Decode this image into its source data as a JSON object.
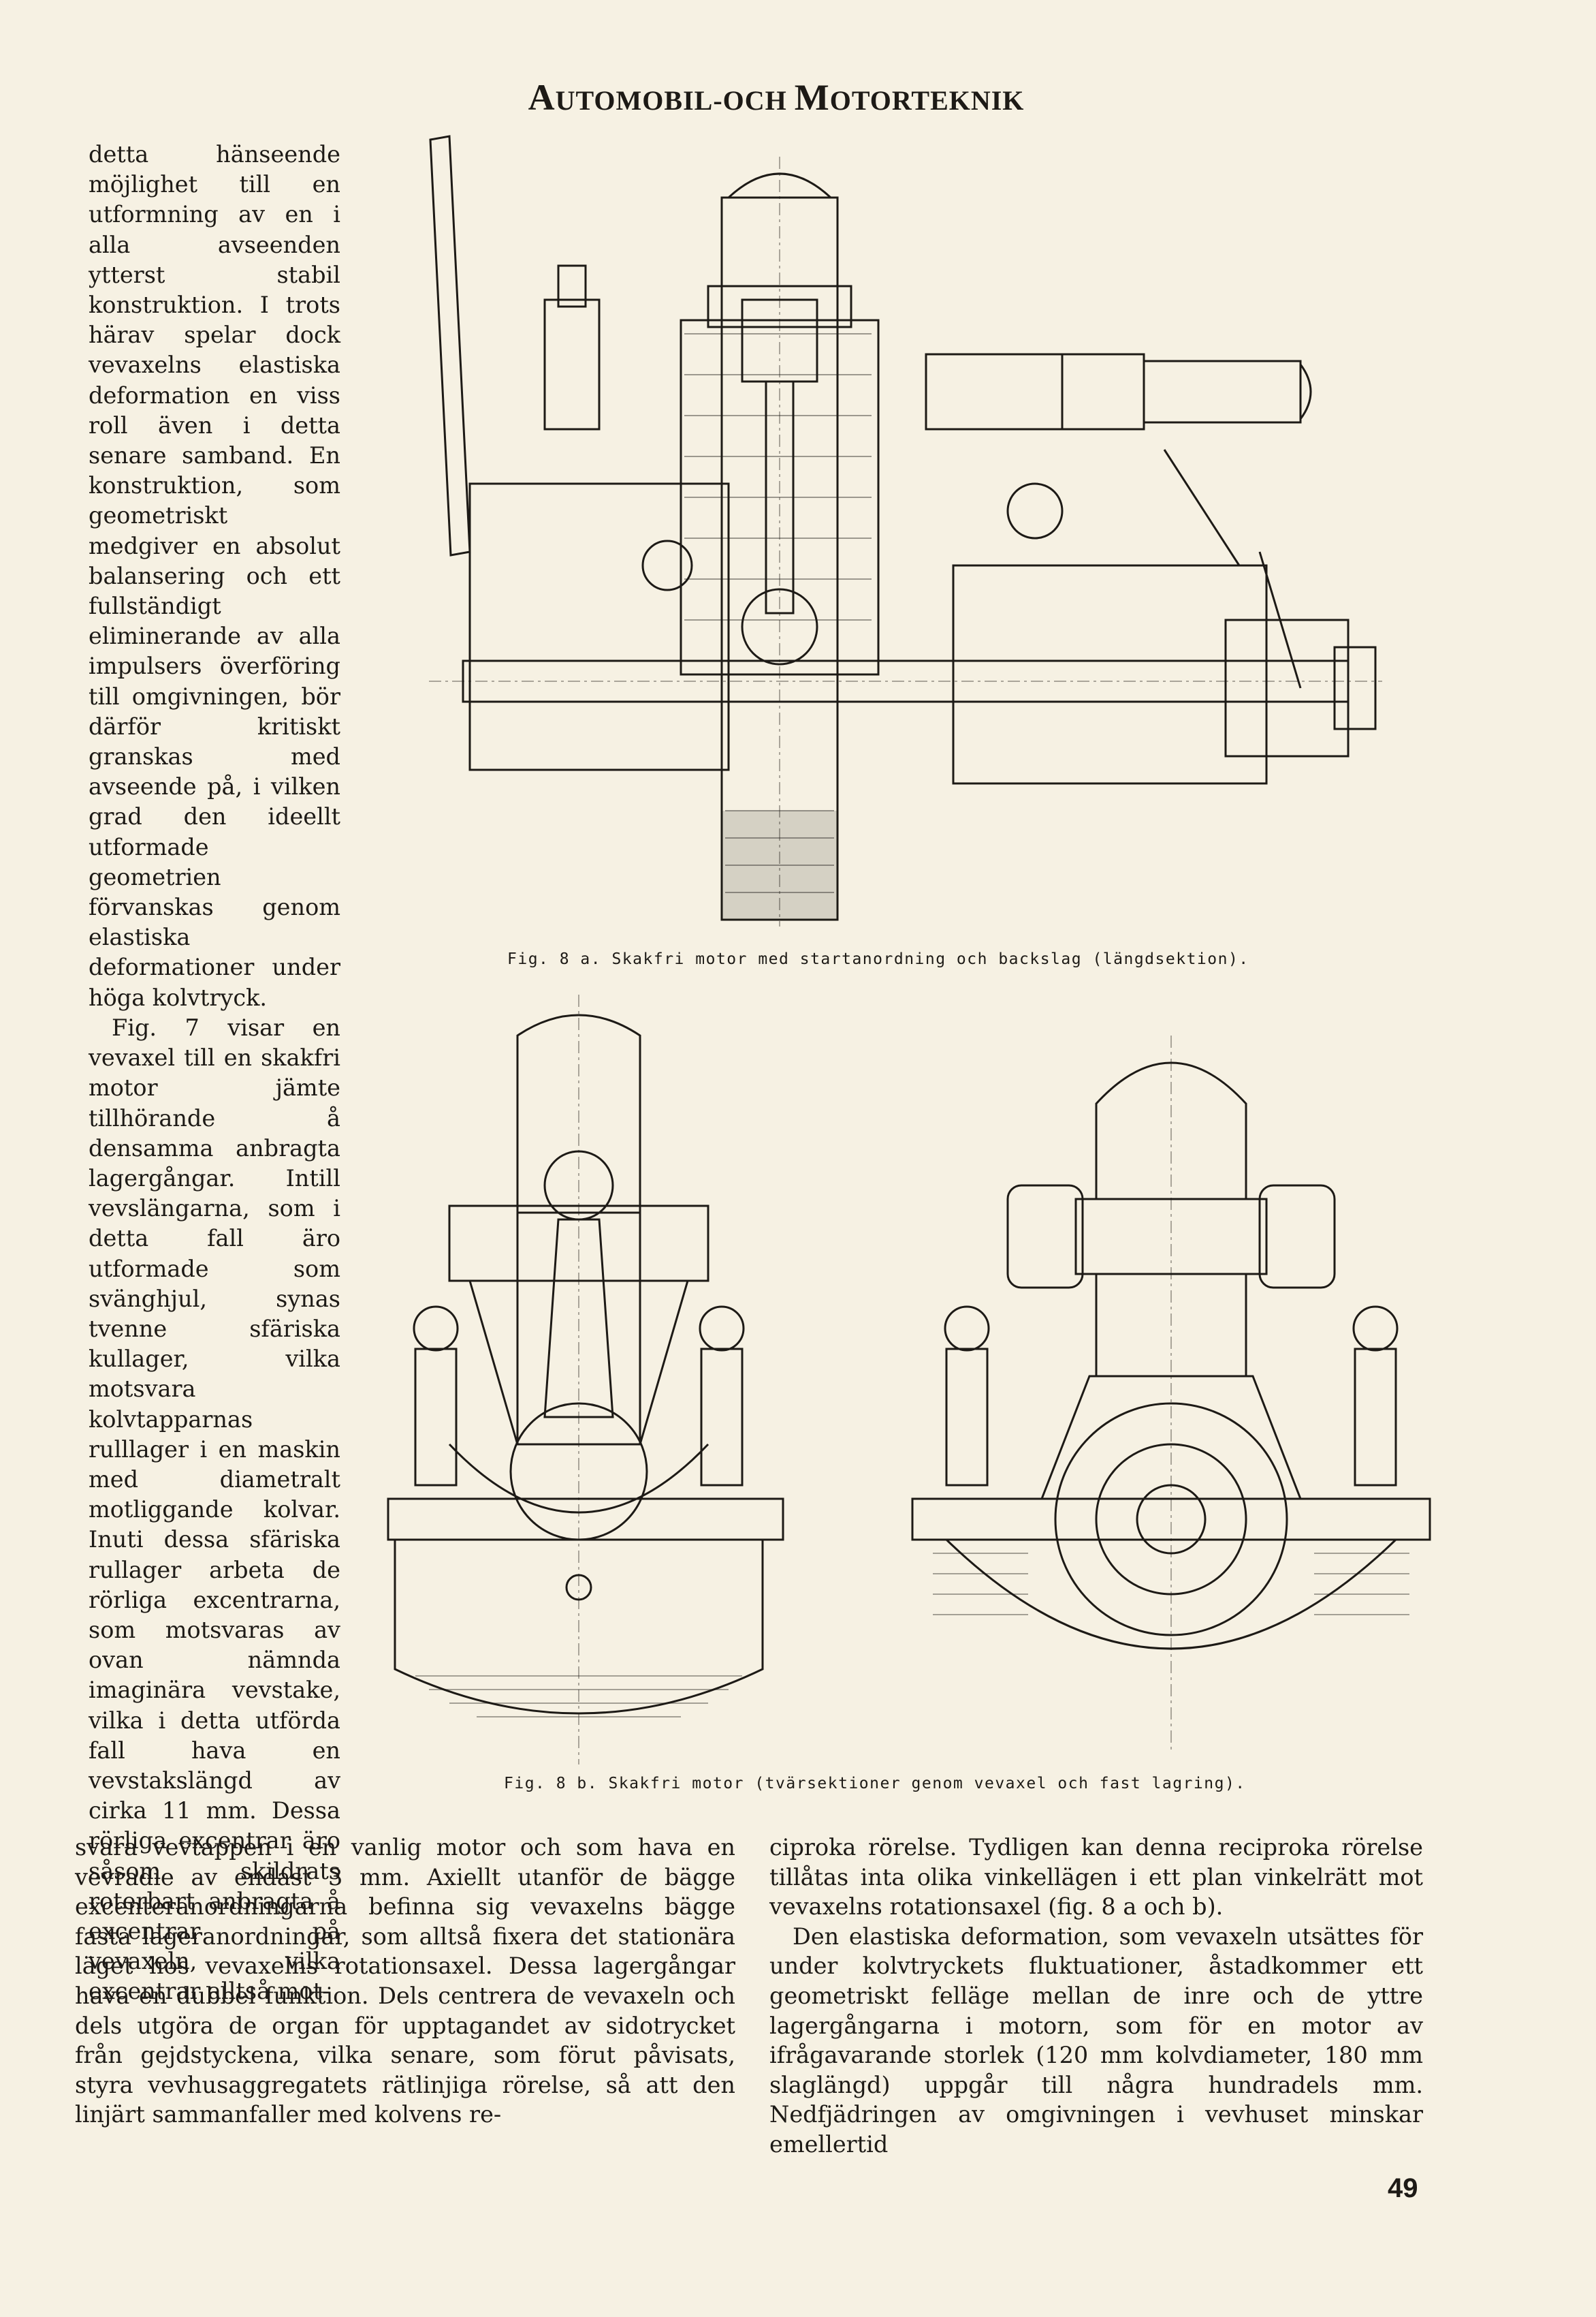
{
  "header": {
    "title_big1": "A",
    "title_small1": "UTOMOBIL-OCH ",
    "title_big2": "M",
    "title_small2": "OTORTEKNIK"
  },
  "left_column": {
    "p1": "detta hänseende möjlighet till en utformning av en i alla avseenden ytterst stabil konstruktion. I trots härav spelar dock vevaxelns elastiska deformation en viss roll även i detta senare samband. En konstruktion, som geometriskt medgiver en absolut balansering och ett fullständigt eliminerande av alla impulsers överföring till omgivningen, bör därför kritiskt granskas med avseende på, i vilken grad den ideellt utformade geometrien förvanskas genom elastiska deformationer under höga kolvtryck.",
    "p2": "Fig. 7 visar en vevaxel till en skakfri motor jämte tillhörande å densamma anbragta lagergångar. Intill vevslängarna, som i detta fall äro utformade som svänghjul, synas tvenne sfäriska kullager, vilka motsvara kolvtapparnas rulllager i en maskin med diametralt motliggande kolvar. Inuti dessa sfäriska rullager arbeta de rörliga excentrarna, som motsvaras av ovan nämnda imaginära vevstake, vilka i detta utförda fall hava en vevstakslängd av cirka 11 mm. Dessa rörliga excentrar äro såsom skildrats roterbart anbragta å excentrar på vevaxeln, vilka excentrar alltså mot-"
  },
  "bottom_left": {
    "text": "svara vevtappen i en vanlig motor och som hava en vevradie av endast 3 mm. Axiellt utanför de bägge excenteranordningarna befinna sig vevaxelns bägge fasta lageranordningar, som alltså fixera det stationära läget hos vevaxelns rotationsaxel. Dessa lagergångar hava en dubbel funktion. Dels centrera de vevaxeln och dels utgöra de organ för upptagandet av sidotrycket från gejdstyckena, vilka senare, som förut påvisats, styra vevhusaggregatets rätlinjiga rörelse, så att den linjärt sammanfaller med kolvens re-"
  },
  "bottom_right": {
    "p1": "ciproka rörelse. Tydligen kan denna reciproka rörelse tillåtas inta olika vinkellägen i ett plan vinkelrätt mot vevaxelns rotationsaxel (fig. 8 a och b).",
    "p2": "Den elastiska deformation, som vevaxeln utsättes för under kolvtryckets fluktuationer, åstadkommer ett geometriskt felläge mellan de inre och de yttre lagergångarna i motorn, som för en motor av ifrågavarande storlek (120 mm kolvdiameter, 180 mm slaglängd) uppgår till några hundradels mm. Nedfjädringen av omgivningen i vevhuset minskar emellertid"
  },
  "figures": {
    "fig8a_caption": "Fig. 8 a.  Skakfri motor med startanordning och backslag (längdsektion).",
    "fig8b_caption": "Fig. 8 b.  Skakfri motor (tvärsektioner genom vevaxel och fast lagring)."
  },
  "page_number": "49"
}
